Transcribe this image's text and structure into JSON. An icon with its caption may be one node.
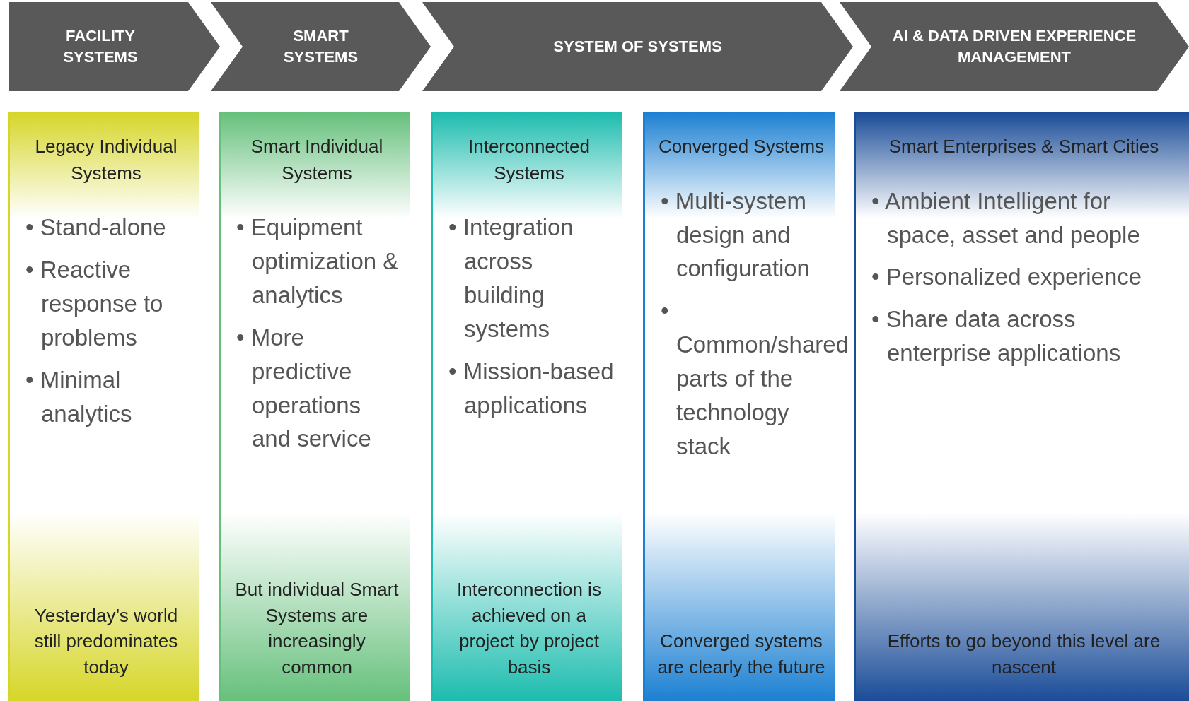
{
  "diagram": {
    "nodes": [
      {
        "text": [
          "FACILITY SYSTEMS"
        ]
      },
      {
        "text": [
          "SMART SYSTEMS"
        ]
      },
      {
        "text": [
          "SYSTEM OF SYSTEMS"
        ]
      },
      {
        "text": [
          "AI & DATA DRIVEN EXPERIENCE MANAGEMENT"
        ]
      },
      {
        "text": [
          "Legacy Individual Systems",
          "• Stand-alone",
          "• Reactive response to problems",
          "• Minimal analytics",
          "Yesterday’s world still predominates today"
        ]
      },
      {
        "text": [
          "Smart Individual Systems",
          "• Equipment optimization & analytics",
          "• More predictive operations and service",
          "But individual Smart Systems are increasingly common"
        ]
      },
      {
        "text": [
          "Interconnected Systems",
          "• Integration across building systems",
          "• Mission-based applications",
          "Interconnection is achieved on a project by project basis"
        ]
      },
      {
        "text": [
          "Converged Systems",
          "• Multi-system design and configuration",
          "• Common/shared parts of the technology stack",
          "Converged systems are clearly the future"
        ]
      },
      {
        "text": [
          "Smart Enterprises & Smart Cities",
          "• Ambient Intelligent for space, asset and people",
          "• Personalized experience",
          "• Share data across enterprise applications",
          "Efforts to go beyond this level are nascent"
        ]
      }
    ],
    "edges": []
  }
}
